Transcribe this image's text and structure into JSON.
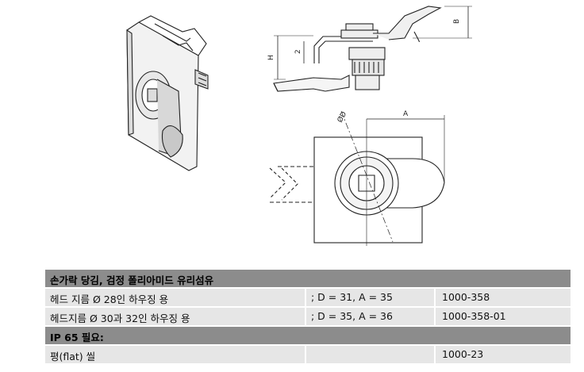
{
  "drawing": {
    "dim_labels": {
      "B": "B",
      "H": "H",
      "two": "2",
      "D": "ØD",
      "A": "A"
    }
  },
  "table": {
    "sections": [
      {
        "header": "손가락 당김, 검정 폴리아미드 유리섬유",
        "rows": [
          {
            "desc": "헤드 지름 Ø 28인 하우징 용",
            "params": "; D = 31, A = 35",
            "code": "1000-358"
          },
          {
            "desc": "헤드지름 Ø 30과 32인 하우징 용",
            "params": "; D = 35, A = 36",
            "code": "1000-358-01"
          }
        ]
      },
      {
        "header": "IP 65 필요:",
        "rows": [
          {
            "desc": "평(flat) 씰",
            "params": "",
            "code": "1000-23"
          }
        ]
      }
    ]
  }
}
